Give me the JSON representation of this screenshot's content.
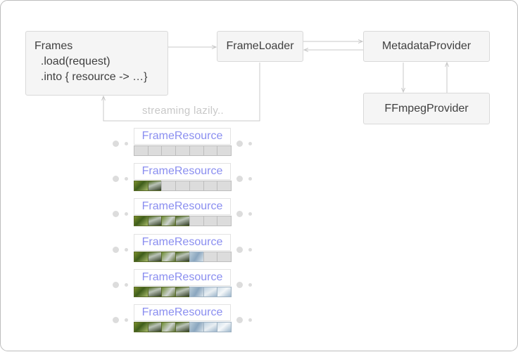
{
  "frames_box": {
    "lines": [
      "Frames",
      "  .load(request)",
      "  .into { resource -> …}"
    ]
  },
  "frame_loader": {
    "label": "FrameLoader"
  },
  "metadata_provider": {
    "label": "MetadataProvider"
  },
  "ffmpeg_provider": {
    "label": "FFmpegProvider"
  },
  "streaming_label": "streaming lazily..",
  "resources": [
    {
      "label": "FrameResource",
      "loaded_frames": 0,
      "total_frames": 7
    },
    {
      "label": "FrameResource",
      "loaded_frames": 2,
      "total_frames": 7
    },
    {
      "label": "FrameResource",
      "loaded_frames": 4,
      "total_frames": 7
    },
    {
      "label": "FrameResource",
      "loaded_frames": 5,
      "total_frames": 7
    },
    {
      "label": "FrameResource",
      "loaded_frames": 7,
      "total_frames": 7
    },
    {
      "label": "FrameResource",
      "loaded_frames": 7,
      "total_frames": 7
    }
  ],
  "colors": {
    "resource_text": "#8a8ef0",
    "box_fill": "#f5f5f5",
    "wire": "#c8c8c8"
  }
}
